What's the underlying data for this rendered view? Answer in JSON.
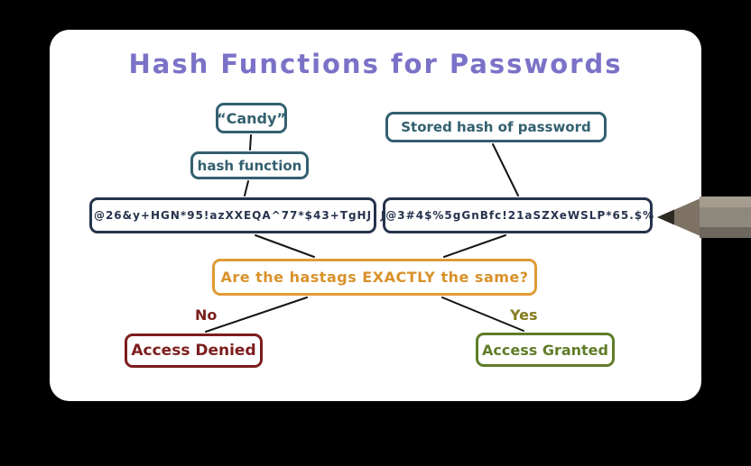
{
  "diagram": {
    "title": "Hash Functions for Passwords",
    "input_password": "“Candy”",
    "hash_function_label": "hash function",
    "stored_hash_label": "Stored hash of password",
    "computed_hash": "@26&y+HGN*95!azXXEQA^77*$43+TgHJ",
    "stored_hash": "J@3#4$%5gGnBfc!21aSZXeWSLP*65.$%",
    "question": "Are the hastags EXACTLY the same?",
    "no_label": "No",
    "yes_label": "Yes",
    "access_denied": "Access Denied",
    "access_granted": "Access Granted"
  },
  "colors": {
    "title": "#7b72c8",
    "teal_box": "#33606f",
    "hash_box": "#27334d",
    "question_box": "#e09a35",
    "denied": "#7c1d1d",
    "granted": "#5f7d28",
    "yes_label": "#857c1e",
    "no_label": "#7c1d1d"
  }
}
